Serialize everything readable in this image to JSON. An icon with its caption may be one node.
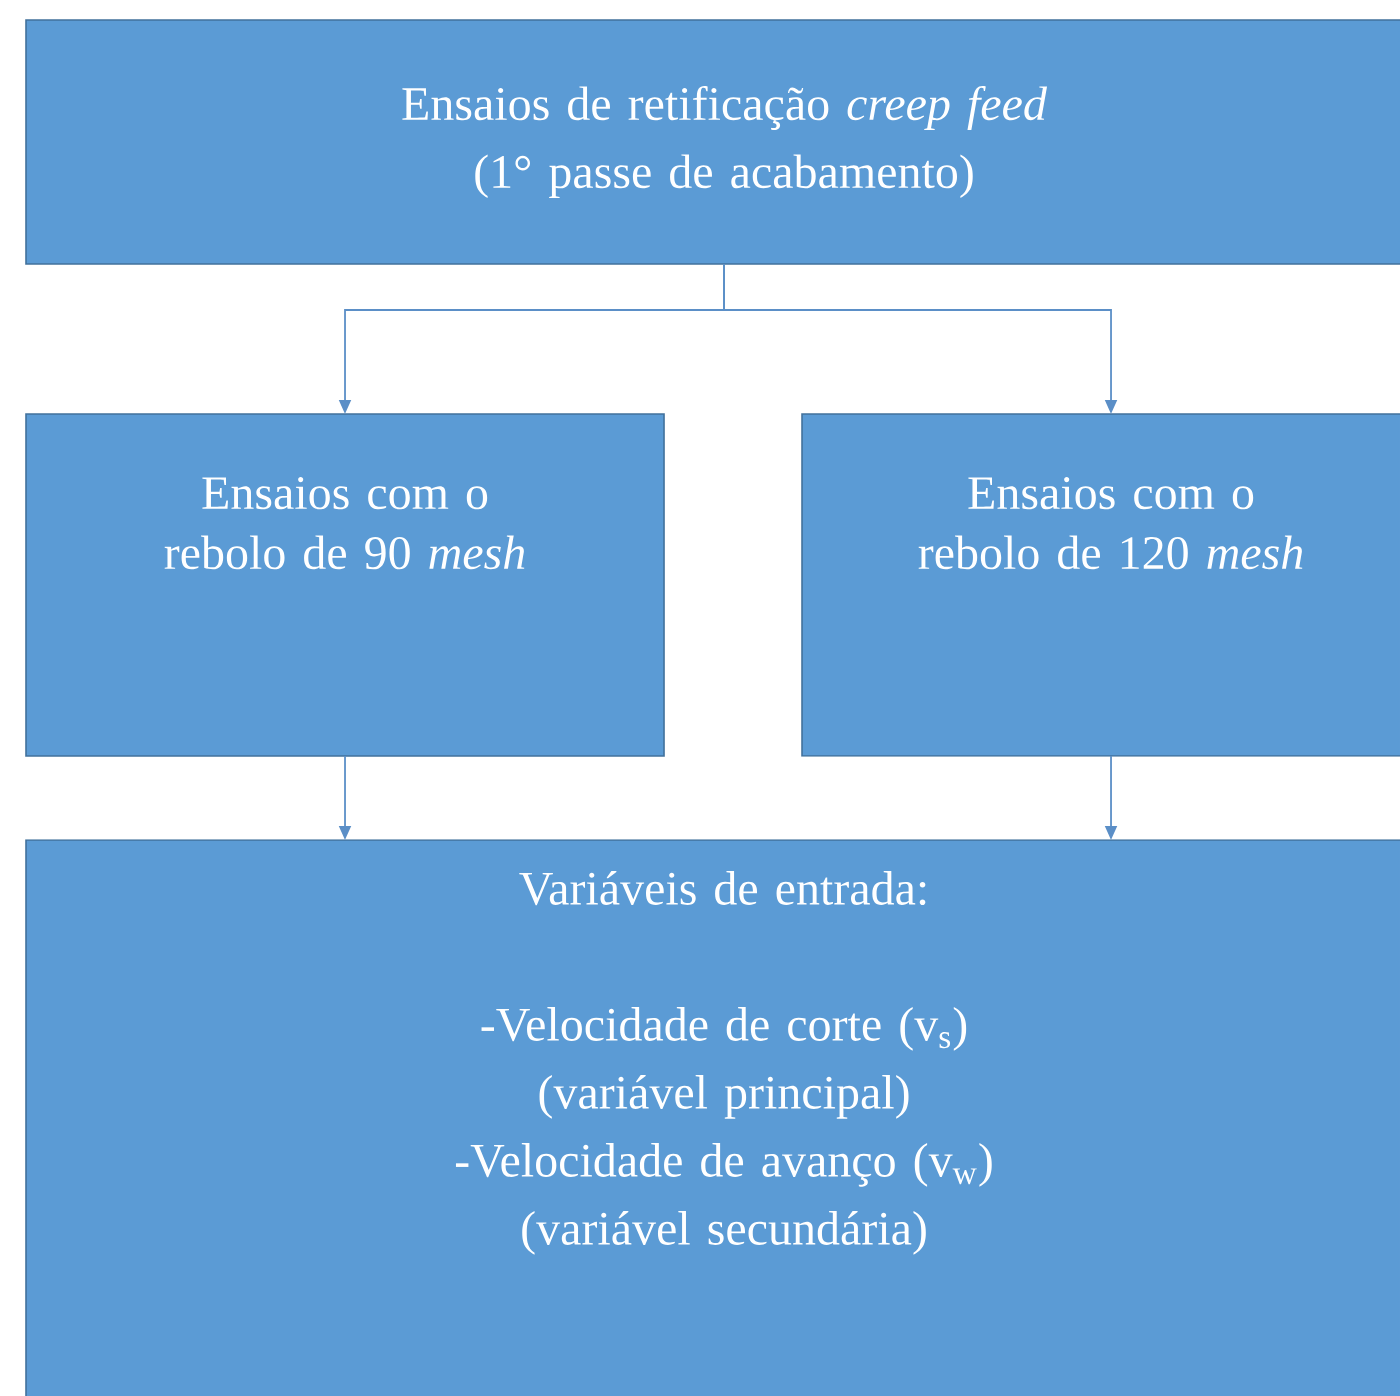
{
  "diagram": {
    "nodes": [
      {
        "text": [
          "Ensaios de retificação *creep feed*",
          "(1° passe de acabamento)"
        ]
      },
      {
        "text": [
          "Ensaios com o rebolo de 90 *mesh*"
        ]
      },
      {
        "text": [
          "Ensaios com o rebolo de 120 *mesh*"
        ]
      },
      {
        "text": [
          "Variáveis de entrada:",
          "-Velocidade de corte (v$_{s}$)",
          "(variável principal)",
          "-Velocidade de avanço (v$_{w}$)",
          "(variável secundária)"
        ]
      }
    ],
    "edges": [
      {
        "from": 0,
        "to": 1,
        "arrow": "to"
      },
      {
        "from": 0,
        "to": 2,
        "arrow": "to"
      },
      {
        "from": 1,
        "to": 3,
        "arrow": "to"
      },
      {
        "from": 2,
        "to": 3,
        "arrow": "to"
      }
    ]
  }
}
